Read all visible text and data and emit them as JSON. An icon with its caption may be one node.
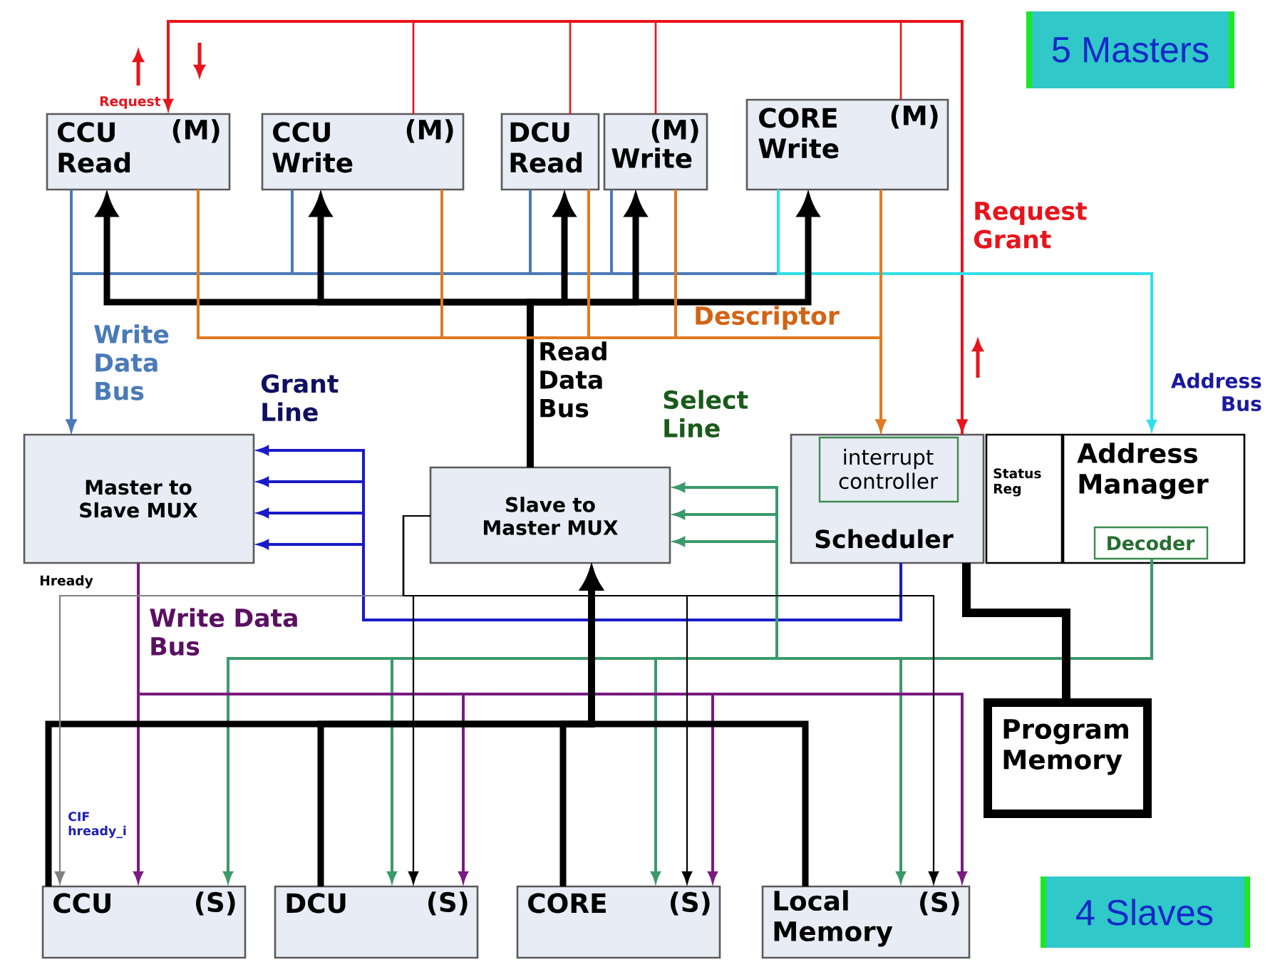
{
  "diagram": {
    "nodes": [
      {
        "text": [
          "CCU Read",
          "(M)"
        ]
      },
      {
        "text": [
          "CCU Write",
          "(M)"
        ]
      },
      {
        "text": [
          "DCU Read"
        ]
      },
      {
        "text": [
          "(M)",
          "Write"
        ]
      },
      {
        "text": [
          "CORE Write",
          "(M)"
        ]
      },
      {
        "text": [
          "5 Masters"
        ]
      },
      {
        "text": [
          "Master to Slave MUX"
        ]
      },
      {
        "text": [
          "Slave to Master MUX"
        ]
      },
      {
        "text": [
          "Scheduler"
        ]
      },
      {
        "text": [
          "interrupt controller"
        ],
        "in": 8
      },
      {
        "text": [
          "Status Reg"
        ]
      },
      {
        "text": [
          "Address Manager"
        ]
      },
      {
        "text": [
          "Decoder"
        ],
        "in": 11
      },
      {
        "text": [
          "Program Memory"
        ]
      },
      {
        "text": [
          "CCU",
          "(S)"
        ]
      },
      {
        "text": [
          "DCU",
          "(S)"
        ]
      },
      {
        "text": [
          "CORE",
          "(S)"
        ]
      },
      {
        "text": [
          "Local Memory",
          "(S)"
        ]
      },
      {
        "text": [
          "4 Slaves"
        ]
      }
    ],
    "edges": [
      {
        "from": 8,
        "to": 0,
        "arrow": "to",
        "color": "#e8141c"
      },
      {
        "from": 1,
        "to": 8,
        "arrow": "to",
        "color": "#e8141c"
      },
      {
        "from": 2,
        "to": 8,
        "arrow": "to",
        "color": "#e8141c"
      },
      {
        "from": 3,
        "to": 8,
        "arrow": "to",
        "color": "#e8141c"
      },
      {
        "from": 4,
        "to": 8,
        "arrow": "to",
        "color": "#e8141c"
      },
      {
        "from": 0,
        "to": 6,
        "arrow": "to",
        "color": "#4a7ab8"
      },
      {
        "from": 1,
        "to": 6,
        "arrow": "to",
        "color": "#4a7ab8"
      },
      {
        "from": 2,
        "to": 6,
        "arrow": "to",
        "color": "#4a7ab8"
      },
      {
        "from": 3,
        "to": 6,
        "arrow": "to",
        "color": "#4a7ab8"
      },
      {
        "from": 4,
        "to": 6,
        "arrow": "to",
        "color": "#4a7ab8"
      },
      {
        "from": 4,
        "to": 11,
        "arrow": "to",
        "color": "#30e0e8"
      },
      {
        "from": 7,
        "to": 0,
        "arrow": "to",
        "style": "thick"
      },
      {
        "from": 7,
        "to": 1,
        "arrow": "to",
        "style": "thick"
      },
      {
        "from": 7,
        "to": 2,
        "arrow": "to",
        "style": "thick"
      },
      {
        "from": 7,
        "to": 3,
        "arrow": "to",
        "style": "thick"
      },
      {
        "from": 7,
        "to": 4,
        "arrow": "to",
        "style": "thick"
      },
      {
        "from": 0,
        "to": 8,
        "arrow": "to",
        "color": "#e07a20"
      },
      {
        "from": 1,
        "to": 8,
        "arrow": "to",
        "color": "#e07a20"
      },
      {
        "from": 2,
        "to": 8,
        "arrow": "to",
        "color": "#e07a20"
      },
      {
        "from": 3,
        "to": 8,
        "arrow": "to",
        "color": "#e07a20"
      },
      {
        "from": 4,
        "to": 8,
        "arrow": "to",
        "color": "#e07a20"
      },
      {
        "from": 8,
        "to": 6,
        "arrow": "to",
        "color": "#1a1ac8"
      },
      {
        "from": 8,
        "to": 6,
        "arrow": "to",
        "color": "#1a1ac8"
      },
      {
        "from": 8,
        "to": 6,
        "arrow": "to",
        "color": "#1a1ac8"
      },
      {
        "from": 8,
        "to": 6,
        "arrow": "to",
        "color": "#1a1ac8"
      },
      {
        "from": 12,
        "to": 7,
        "arrow": "to",
        "color": "#3a9a6a"
      },
      {
        "from": 12,
        "to": 7,
        "arrow": "to",
        "color": "#3a9a6a"
      },
      {
        "from": 12,
        "to": 7,
        "arrow": "to",
        "color": "#3a9a6a"
      },
      {
        "from": 12,
        "to": 14,
        "arrow": "to",
        "color": "#3a9a6a"
      },
      {
        "from": 12,
        "to": 15,
        "arrow": "to",
        "color": "#3a9a6a"
      },
      {
        "from": 12,
        "to": 16,
        "arrow": "to",
        "color": "#3a9a6a"
      },
      {
        "from": 12,
        "to": 17,
        "arrow": "to",
        "color": "#3a9a6a"
      },
      {
        "from": 6,
        "to": 14,
        "arrow": "to",
        "color": "#7a1a80"
      },
      {
        "from": 6,
        "to": 15,
        "arrow": "to",
        "color": "#7a1a80"
      },
      {
        "from": 6,
        "to": 16,
        "arrow": "to",
        "color": "#7a1a80"
      },
      {
        "from": 6,
        "to": 17,
        "arrow": "to",
        "color": "#7a1a80"
      },
      {
        "from": 14,
        "to": 7,
        "arrow": "to",
        "style": "thick"
      },
      {
        "from": 15,
        "to": 7,
        "arrow": "to",
        "style": "thick"
      },
      {
        "from": 16,
        "to": 7,
        "arrow": "to",
        "style": "thick"
      },
      {
        "from": 17,
        "to": 7,
        "arrow": "to",
        "style": "thick"
      },
      {
        "from": 7,
        "to": 14,
        "arrow": "to",
        "color": "#808080"
      },
      {
        "from": 7,
        "to": 15,
        "arrow": "to"
      },
      {
        "from": 7,
        "to": 16,
        "arrow": "to"
      },
      {
        "from": 7,
        "to": 17,
        "arrow": "to"
      },
      {
        "from": 8,
        "to": 13,
        "arrow": "none",
        "style": "thick"
      }
    ],
    "labels": [
      "Request",
      "Request Grant",
      "Descriptor",
      "Write Data Bus",
      "Read Data Bus",
      "Address Bus",
      "Grant Line",
      "Select Line",
      "Hready",
      "Write Data Bus",
      "CIF hready_i"
    ]
  }
}
